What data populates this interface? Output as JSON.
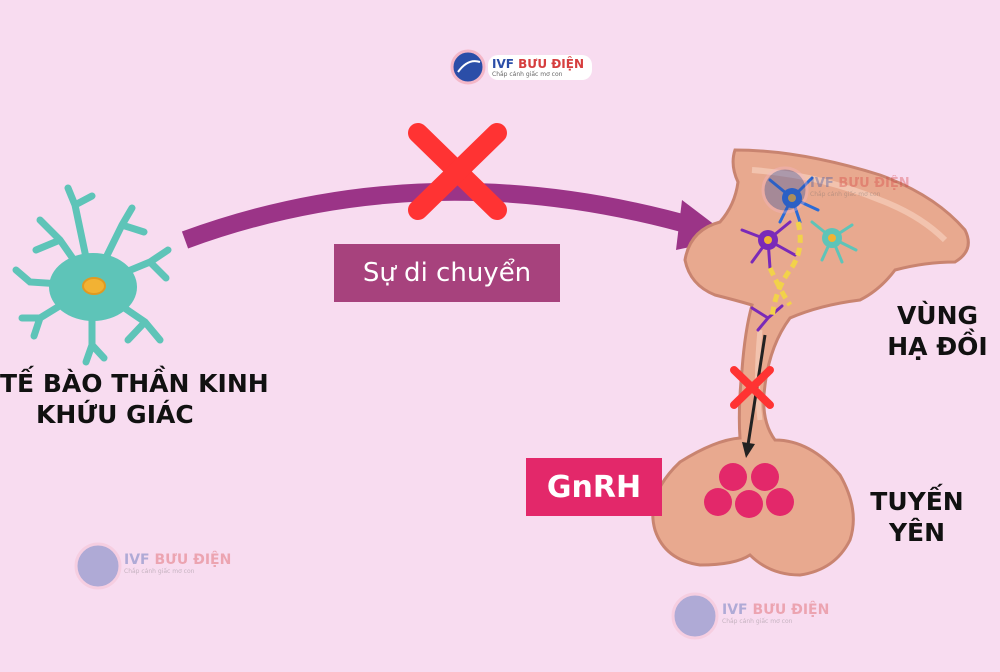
{
  "watermark": {
    "brand_ivf": "IVF",
    "brand_name": "BƯU ĐIỆN",
    "slogan": "Chắp cánh giấc mơ con"
  },
  "labels": {
    "left_line1": "TẾ BÀO THẦN KINH",
    "left_line2": "KHỨU GIÁC",
    "hypothalamus_line1": "VÙNG",
    "hypothalamus_line2": "HẠ ĐỒI",
    "pituitary_line1": "TUYẾN",
    "pituitary_line2": "YÊN"
  },
  "boxes": {
    "movement": "Sự di chuyển",
    "hormone": "GnRH"
  },
  "colors": {
    "background": "#f8dcf0",
    "arrow": "#9b3487",
    "cross": "#ff3333",
    "neuron": "#5ec4b8",
    "nucleus": "#f2b233",
    "tissue": "#e8a98f",
    "tissue_border": "#c98470",
    "hormone_dots": "#e3286a",
    "movement_box": "#a7427d",
    "hormone_box": "#e3286a"
  },
  "icons": [
    "olfactory-neuron-icon",
    "cross-icon",
    "curved-arrow-icon",
    "hypothalamus-pituitary-illustration",
    "hormone-dots-icon"
  ]
}
